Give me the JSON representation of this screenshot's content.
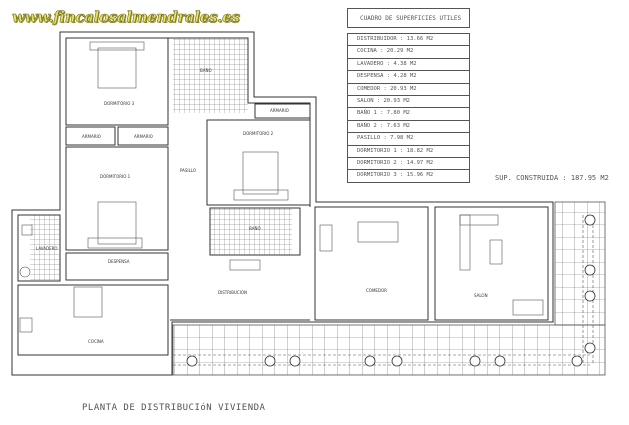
{
  "logo_text": "www.fincalosalmendrales.es",
  "surface_table": {
    "title": "CUADRO DE SUPERFICIES UTILES",
    "rows": [
      "DISTRIBUIDOR : 13.66 M2",
      "COCINA : 20.29 M2",
      "LAVADERO : 4.38 M2",
      "DESPENSA : 4.28 M2",
      "COMEDOR : 20.93 M2",
      "SALON : 20.93 M2",
      "BAÑO 1 : 7.80 M2",
      "BAÑO 2 : 7.63 M2",
      "PASILLO : 7.98 M2",
      "DORMITORIO 1 : 18.82 M2",
      "DORMITORIO 2 : 14.97 M2",
      "DORMITORIO 3 : 15.96 M2"
    ]
  },
  "total_built": "SUP. CONSTRUIDA : 187.95 M2",
  "plan_title": "PLANTA DE DISTRIBUCIóN VIVIENDA",
  "rooms": {
    "dormitorio3": "DORMITORIO 3",
    "bano1": "BAÑO",
    "armario1": "ARMARIO",
    "armario2": "ARMARIO",
    "armario3": "ARMARIO",
    "dormitorio2": "DORMITORIO 2",
    "dormitorio1": "DORMITORIO 1",
    "pasillo": "PASILLO",
    "bano2": "BAÑO",
    "lavadero": "LAVADERO",
    "despensa": "DESPENSA",
    "distribucion": "DISTRIBUCION",
    "comedor": "COMEDOR",
    "salon": "SALON",
    "cocina": "COCINA"
  }
}
